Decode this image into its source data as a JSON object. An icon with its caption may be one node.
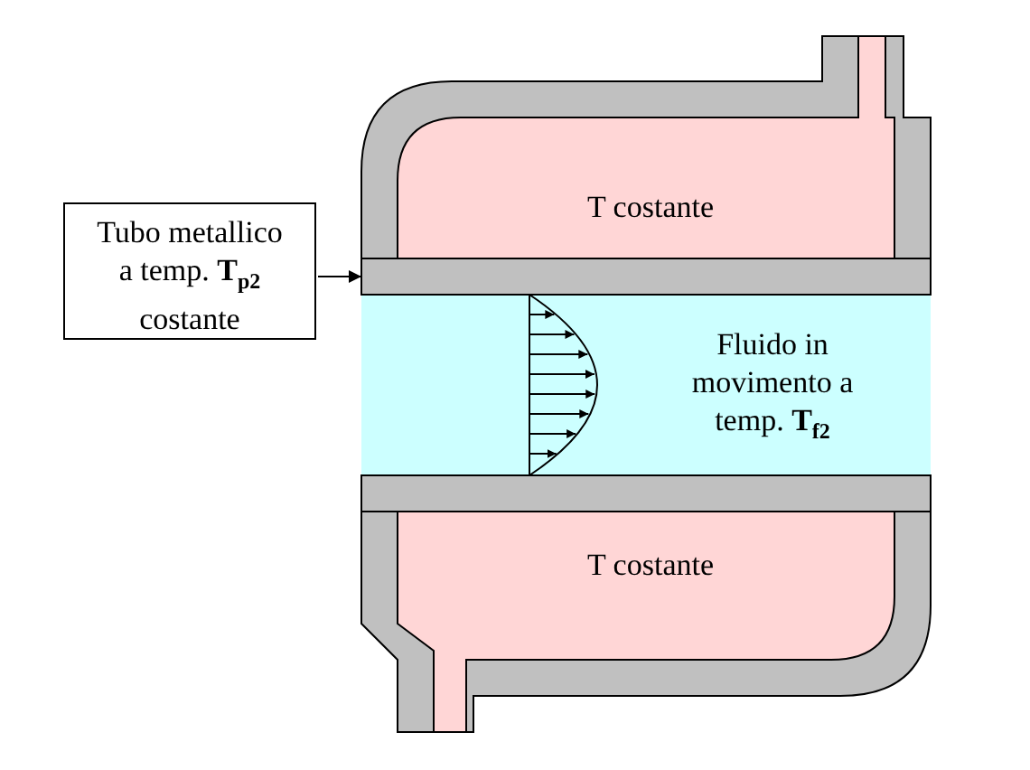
{
  "diagram": {
    "nodes": [
      {
        "text": [
          "Tubo metallico a temp. **T**$_{p2}$ costante"
        ]
      },
      {
        "text": [],
        "shape": "box"
      }
    ],
    "edges": [
      {
        "from": 0,
        "to": 1,
        "arrow": "to"
      }
    ],
    "labels": [
      "T costante",
      "Fluido in movimento a temp. **T**$_{f2}$",
      "T costante"
    ]
  }
}
